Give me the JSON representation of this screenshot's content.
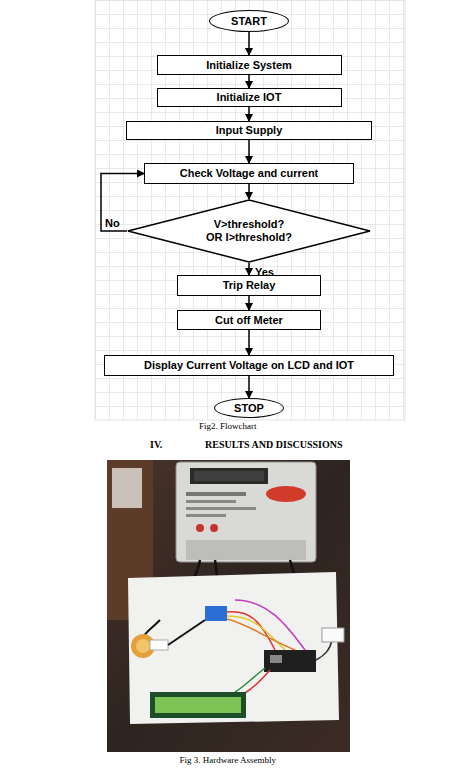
{
  "diagram": {
    "nodes": [
      {
        "text": [
          "START"
        ]
      },
      {
        "text": [
          "Initialize System"
        ]
      },
      {
        "text": [
          "Initialize IOT"
        ]
      },
      {
        "text": [
          "Input Supply"
        ]
      },
      {
        "text": [
          "Check Voltage and current"
        ]
      },
      {
        "text": [
          "V>threshold? OR I>threshold?"
        ]
      },
      {
        "text": [
          "Trip Relay"
        ]
      },
      {
        "text": [
          "Cut off Meter"
        ]
      },
      {
        "text": [
          "Display Current Voltage on LCD and IOT"
        ]
      },
      {
        "text": [
          "STOP"
        ]
      }
    ],
    "edges": [
      {
        "from": 0,
        "to": 1,
        "arrow": "to"
      },
      {
        "from": 1,
        "to": 2,
        "arrow": "to"
      },
      {
        "from": 2,
        "to": 3,
        "arrow": "to"
      },
      {
        "from": 3,
        "to": 4,
        "arrow": "to"
      },
      {
        "from": 4,
        "to": 5,
        "arrow": "to"
      },
      {
        "from": 5,
        "to": 4,
        "label": "No",
        "arrow": "to"
      },
      {
        "from": 5,
        "to": 6,
        "label": "Yes",
        "arrow": "to"
      },
      {
        "from": 6,
        "to": 7,
        "arrow": "to"
      },
      {
        "from": 7,
        "to": 8,
        "arrow": "to"
      },
      {
        "from": 8,
        "to": 9,
        "arrow": "to"
      }
    ],
    "labels": [
      "Fig2. Flowchart",
      "IV.",
      "RESULTS AND DISCUSSIONS",
      "Fig 3. Hardware Assembly"
    ]
  }
}
